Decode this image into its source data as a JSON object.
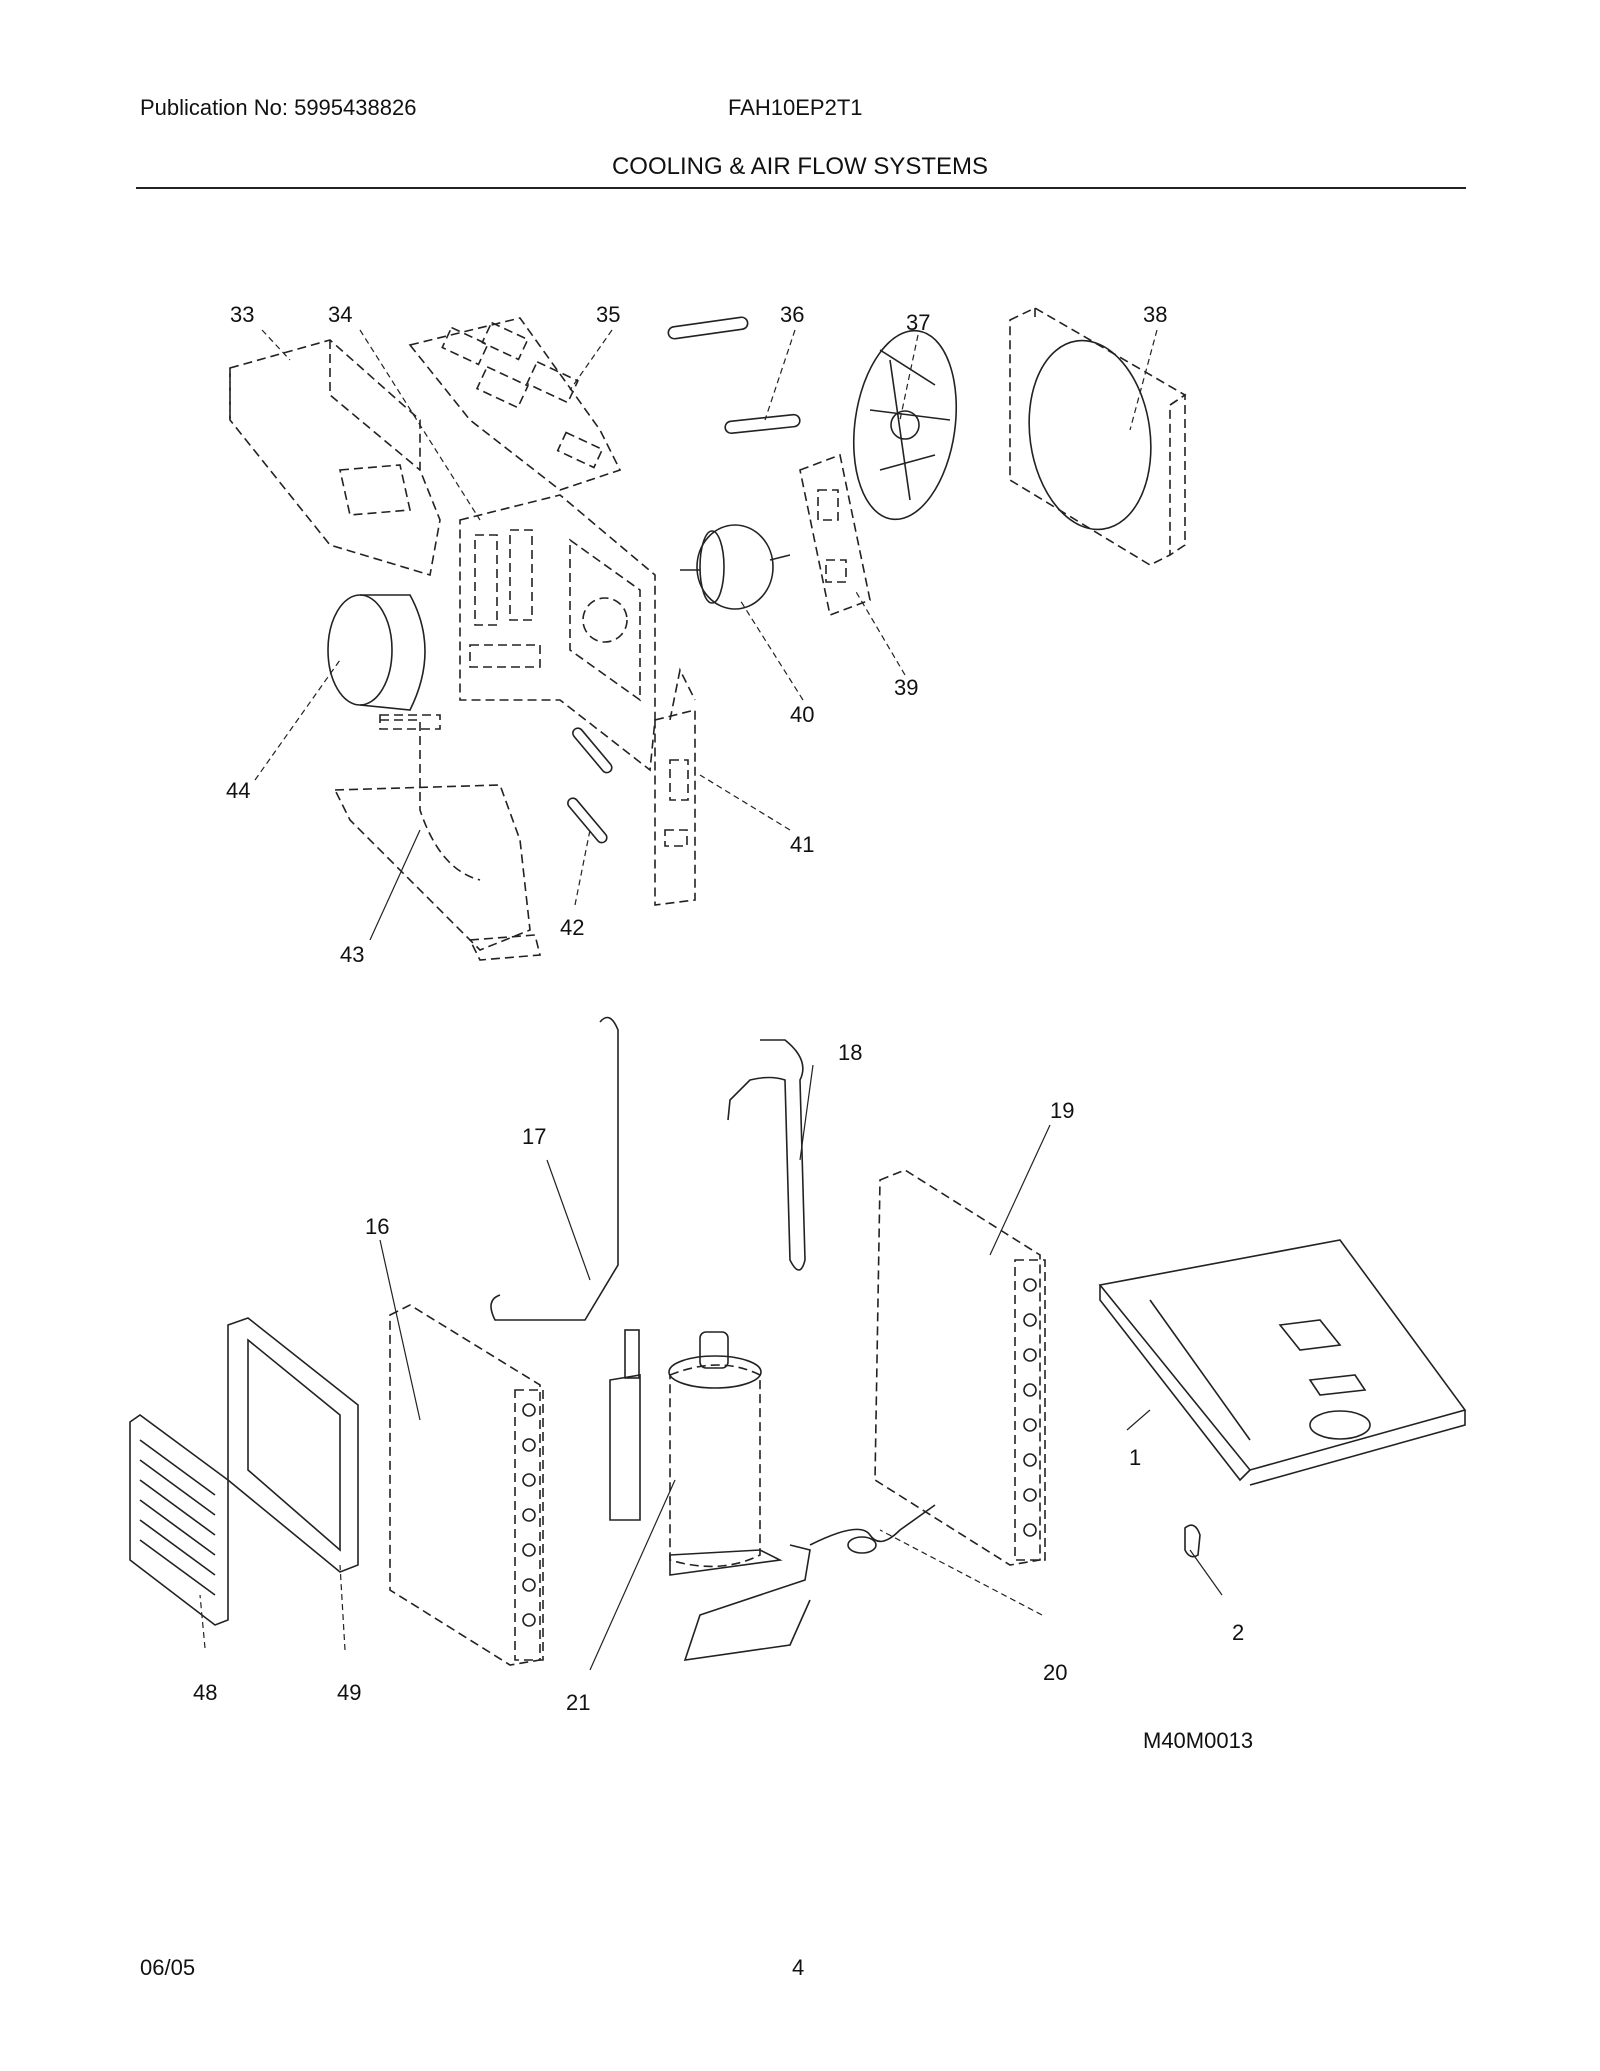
{
  "header": {
    "publication": "Publication No: 5995438826",
    "model": "FAH10EP2T1",
    "section_title": "COOLING & AIR FLOW SYSTEMS"
  },
  "callouts": {
    "n33": "33",
    "n34": "34",
    "n35": "35",
    "n36": "36",
    "n37": "37",
    "n38": "38",
    "n39": "39",
    "n40": "40",
    "n41": "41",
    "n42": "42",
    "n43": "43",
    "n44": "44",
    "n16": "16",
    "n17": "17",
    "n18": "18",
    "n19": "19",
    "n20": "20",
    "n21": "21",
    "n1": "1",
    "n2": "2",
    "n48": "48",
    "n49": "49"
  },
  "diagram_code": "M40M0013",
  "footer": {
    "date": "06/05",
    "page_number": "4"
  }
}
